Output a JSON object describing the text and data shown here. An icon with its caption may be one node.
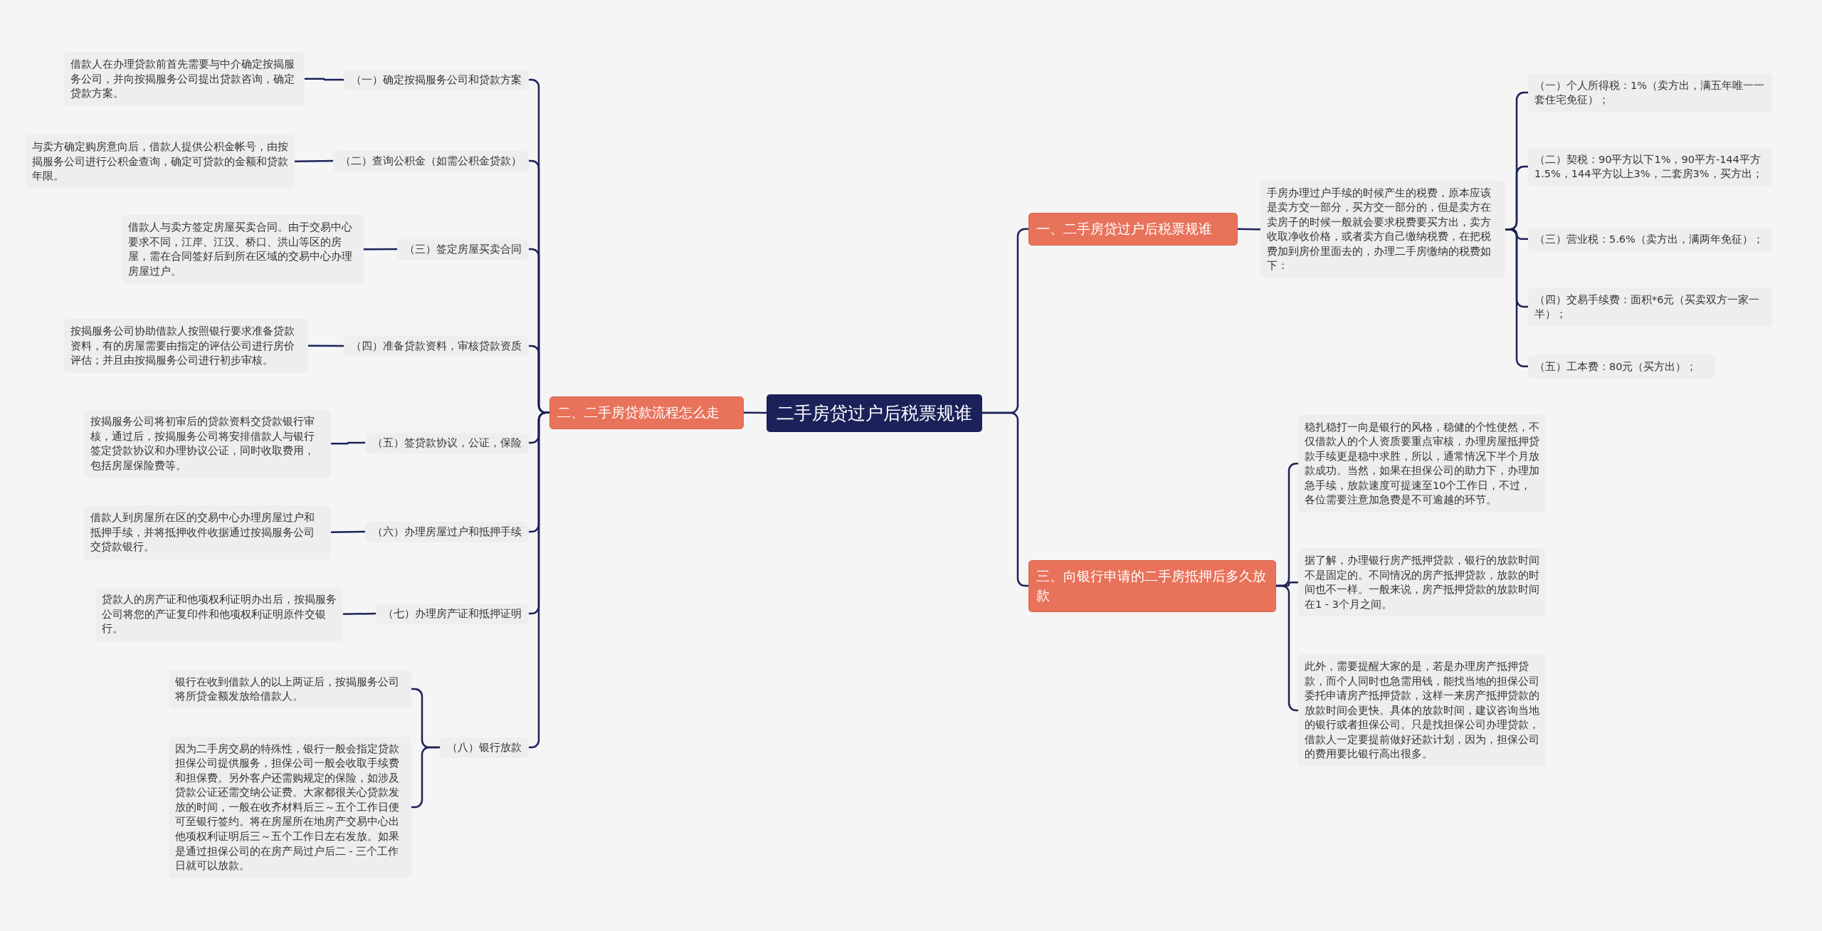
{
  "diagram": {
    "nodes": [
      {
        "text": [
          "二手房贷过户后税票规谁"
        ]
      },
      {
        "text": [
          "二、二手房贷款流程怎么走"
        ]
      },
      {
        "text": [
          "（一）确定按揭服务公司和贷款方案"
        ]
      },
      {
        "text": [
          "借款人在办理贷款前首先需要与中介确定按揭服务公司，并向按揭服务公司提出贷款咨询，确定贷款方案。"
        ]
      },
      {
        "text": [
          "（二）查询公积金（如需公积金贷款）"
        ]
      },
      {
        "text": [
          "与卖方确定购房意向后，借款人提供公积金帐号，由按揭服务公司进行公积金查询，确定可贷款的金额和贷款年限。"
        ]
      },
      {
        "text": [
          "（三）签定房屋买卖合同"
        ]
      },
      {
        "text": [
          "借款人与卖方签定房屋买卖合同。由于交易中心要求不同，江岸、江汉、桥口、洪山等区的房屋，需在合同签好后到所在区域的交易中心办理房屋过户。"
        ]
      },
      {
        "text": [
          "（四）准备贷款资料，审核贷款资质"
        ]
      },
      {
        "text": [
          "按揭服务公司协助借款人按照银行要求准备贷款资料，有的房屋需要由指定的评估公司进行房价评估；并且由按揭服务公司进行初步审核。"
        ]
      },
      {
        "text": [
          "（五）签贷款协议，公证，保险"
        ]
      },
      {
        "text": [
          "按揭服务公司将初审后的贷款资料交贷款银行审核，通过后，按揭服务公司将安排借款人与银行签定贷款协议和办理协议公证，同时收取费用，包括房屋保险费等。"
        ]
      },
      {
        "text": [
          "（六）办理房屋过户和抵押手续"
        ]
      },
      {
        "text": [
          "借款人到房屋所在区的交易中心办理房屋过户和抵押手续，并将抵押收件收据通过按揭服务公司交贷款银行。"
        ]
      },
      {
        "text": [
          "（七）办理房产证和抵押证明"
        ]
      },
      {
        "text": [
          "贷款人的房产证和他项权利证明办出后，按揭服务公司将您的产证复印件和他项权利证明原件交银行。"
        ]
      },
      {
        "text": [
          "（八）银行放款"
        ]
      },
      {
        "text": [
          "银行在收到借款人的以上两证后，按揭服务公司将所贷金额发放给借款人。"
        ]
      },
      {
        "text": [
          "因为二手房交易的特殊性，银行一般会指定贷款担保公司提供服务，担保公司一般会收取手续费和担保费。另外客户还需购规定的保险，如涉及贷款公证还需交纳公证费。大家都很关心贷款发放的时间，一般在收齐材料后三～五个工作日便可至银行签约。将在房屋所在地房产交易中心出他项权利证明后三～五个工作日左右发放。如果是通过担保公司的在房产局过户后二 - 三个工作日就可以放款。"
        ]
      },
      {
        "text": [
          "一、二手房贷过户后税票规谁"
        ]
      },
      {
        "text": [
          "手房办理过户手续的时候产生的税费，原本应该是卖方交一部分，买方交一部分的，但是卖方在卖房子的时候一般就会要求税费要买方出，卖方收取净收价格，或者卖方自己缴纳税费，在把税费加到房价里面去的，办理二手房缴纳的税费如下："
        ]
      },
      {
        "text": [
          "（一）个人所得税：1%（卖方出，满五年唯一一套住宅免征）；"
        ]
      },
      {
        "text": [
          "（二）契税：90平方以下1%，90平方-144平方1.5%，144平方以上3%，二套房3%，买方出；"
        ]
      },
      {
        "text": [
          "（三）营业税：5.6%（卖方出，满两年免征）；"
        ]
      },
      {
        "text": [
          "（四）交易手续费：面积*6元（买卖双方一家一半）；"
        ]
      },
      {
        "text": [
          "（五）工本费：80元（买方出）；"
        ]
      },
      {
        "text": [
          "三、向银行申请的二手房抵押后多久放款"
        ]
      },
      {
        "text": [
          "稳扎稳打一向是银行的风格，稳健的个性使然，不仅借款人的个人资质要重点审核，办理房屋抵押贷款手续更是稳中求胜，所以，通常情况下半个月放款成功。当然，如果在担保公司的助力下，办理加急手续，放款速度可提速至10个工作日，不过，各位需要注意加急费是不可逾越的环节。"
        ]
      },
      {
        "text": [
          "据了解，办理银行房产抵押贷款，银行的放款时间不是固定的。不同情况的房产抵押贷款，放款的时间也不一样。一般来说，房产抵押贷款的放款时间在1 - 3个月之间。"
        ]
      },
      {
        "text": [
          "此外，需要提醒大家的是，若是办理房产抵押贷款，而个人同时也急需用钱，能找当地的担保公司委托申请房产抵押贷款，这样一来房产抵押贷款的放款时间会更快。具体的放款时间，建议咨询当地的银行或者担保公司。只是找担保公司办理贷款，借款人一定要提前做好还款计划，因为，担保公司的费用要比银行高出很多。"
        ]
      }
    ],
    "edges": [
      {
        "from": 0,
        "to": 1,
        "arrow": "none"
      },
      {
        "from": 0,
        "to": 19,
        "arrow": "none"
      },
      {
        "from": 0,
        "to": 26,
        "arrow": "none"
      },
      {
        "from": 1,
        "to": 2,
        "arrow": "none"
      },
      {
        "from": 1,
        "to": 4,
        "arrow": "none"
      },
      {
        "from": 1,
        "to": 6,
        "arrow": "none"
      },
      {
        "from": 1,
        "to": 8,
        "arrow": "none"
      },
      {
        "from": 1,
        "to": 10,
        "arrow": "none"
      },
      {
        "from": 1,
        "to": 12,
        "arrow": "none"
      },
      {
        "from": 1,
        "to": 14,
        "arrow": "none"
      },
      {
        "from": 1,
        "to": 16,
        "arrow": "none"
      },
      {
        "from": 2,
        "to": 3,
        "arrow": "none"
      },
      {
        "from": 4,
        "to": 5,
        "arrow": "none"
      },
      {
        "from": 6,
        "to": 7,
        "arrow": "none"
      },
      {
        "from": 8,
        "to": 9,
        "arrow": "none"
      },
      {
        "from": 10,
        "to": 11,
        "arrow": "none"
      },
      {
        "from": 12,
        "to": 13,
        "arrow": "none"
      },
      {
        "from": 14,
        "to": 15,
        "arrow": "none"
      },
      {
        "from": 16,
        "to": 17,
        "arrow": "none"
      },
      {
        "from": 16,
        "to": 18,
        "arrow": "none"
      },
      {
        "from": 19,
        "to": 20,
        "arrow": "none"
      },
      {
        "from": 20,
        "to": 21,
        "arrow": "none"
      },
      {
        "from": 20,
        "to": 22,
        "arrow": "none"
      },
      {
        "from": 20,
        "to": 23,
        "arrow": "none"
      },
      {
        "from": 20,
        "to": 24,
        "arrow": "none"
      },
      {
        "from": 20,
        "to": 25,
        "arrow": "none"
      },
      {
        "from": 26,
        "to": 27,
        "arrow": "none"
      },
      {
        "from": 26,
        "to": 28,
        "arrow": "none"
      },
      {
        "from": 26,
        "to": 29,
        "arrow": "none"
      }
    ]
  }
}
